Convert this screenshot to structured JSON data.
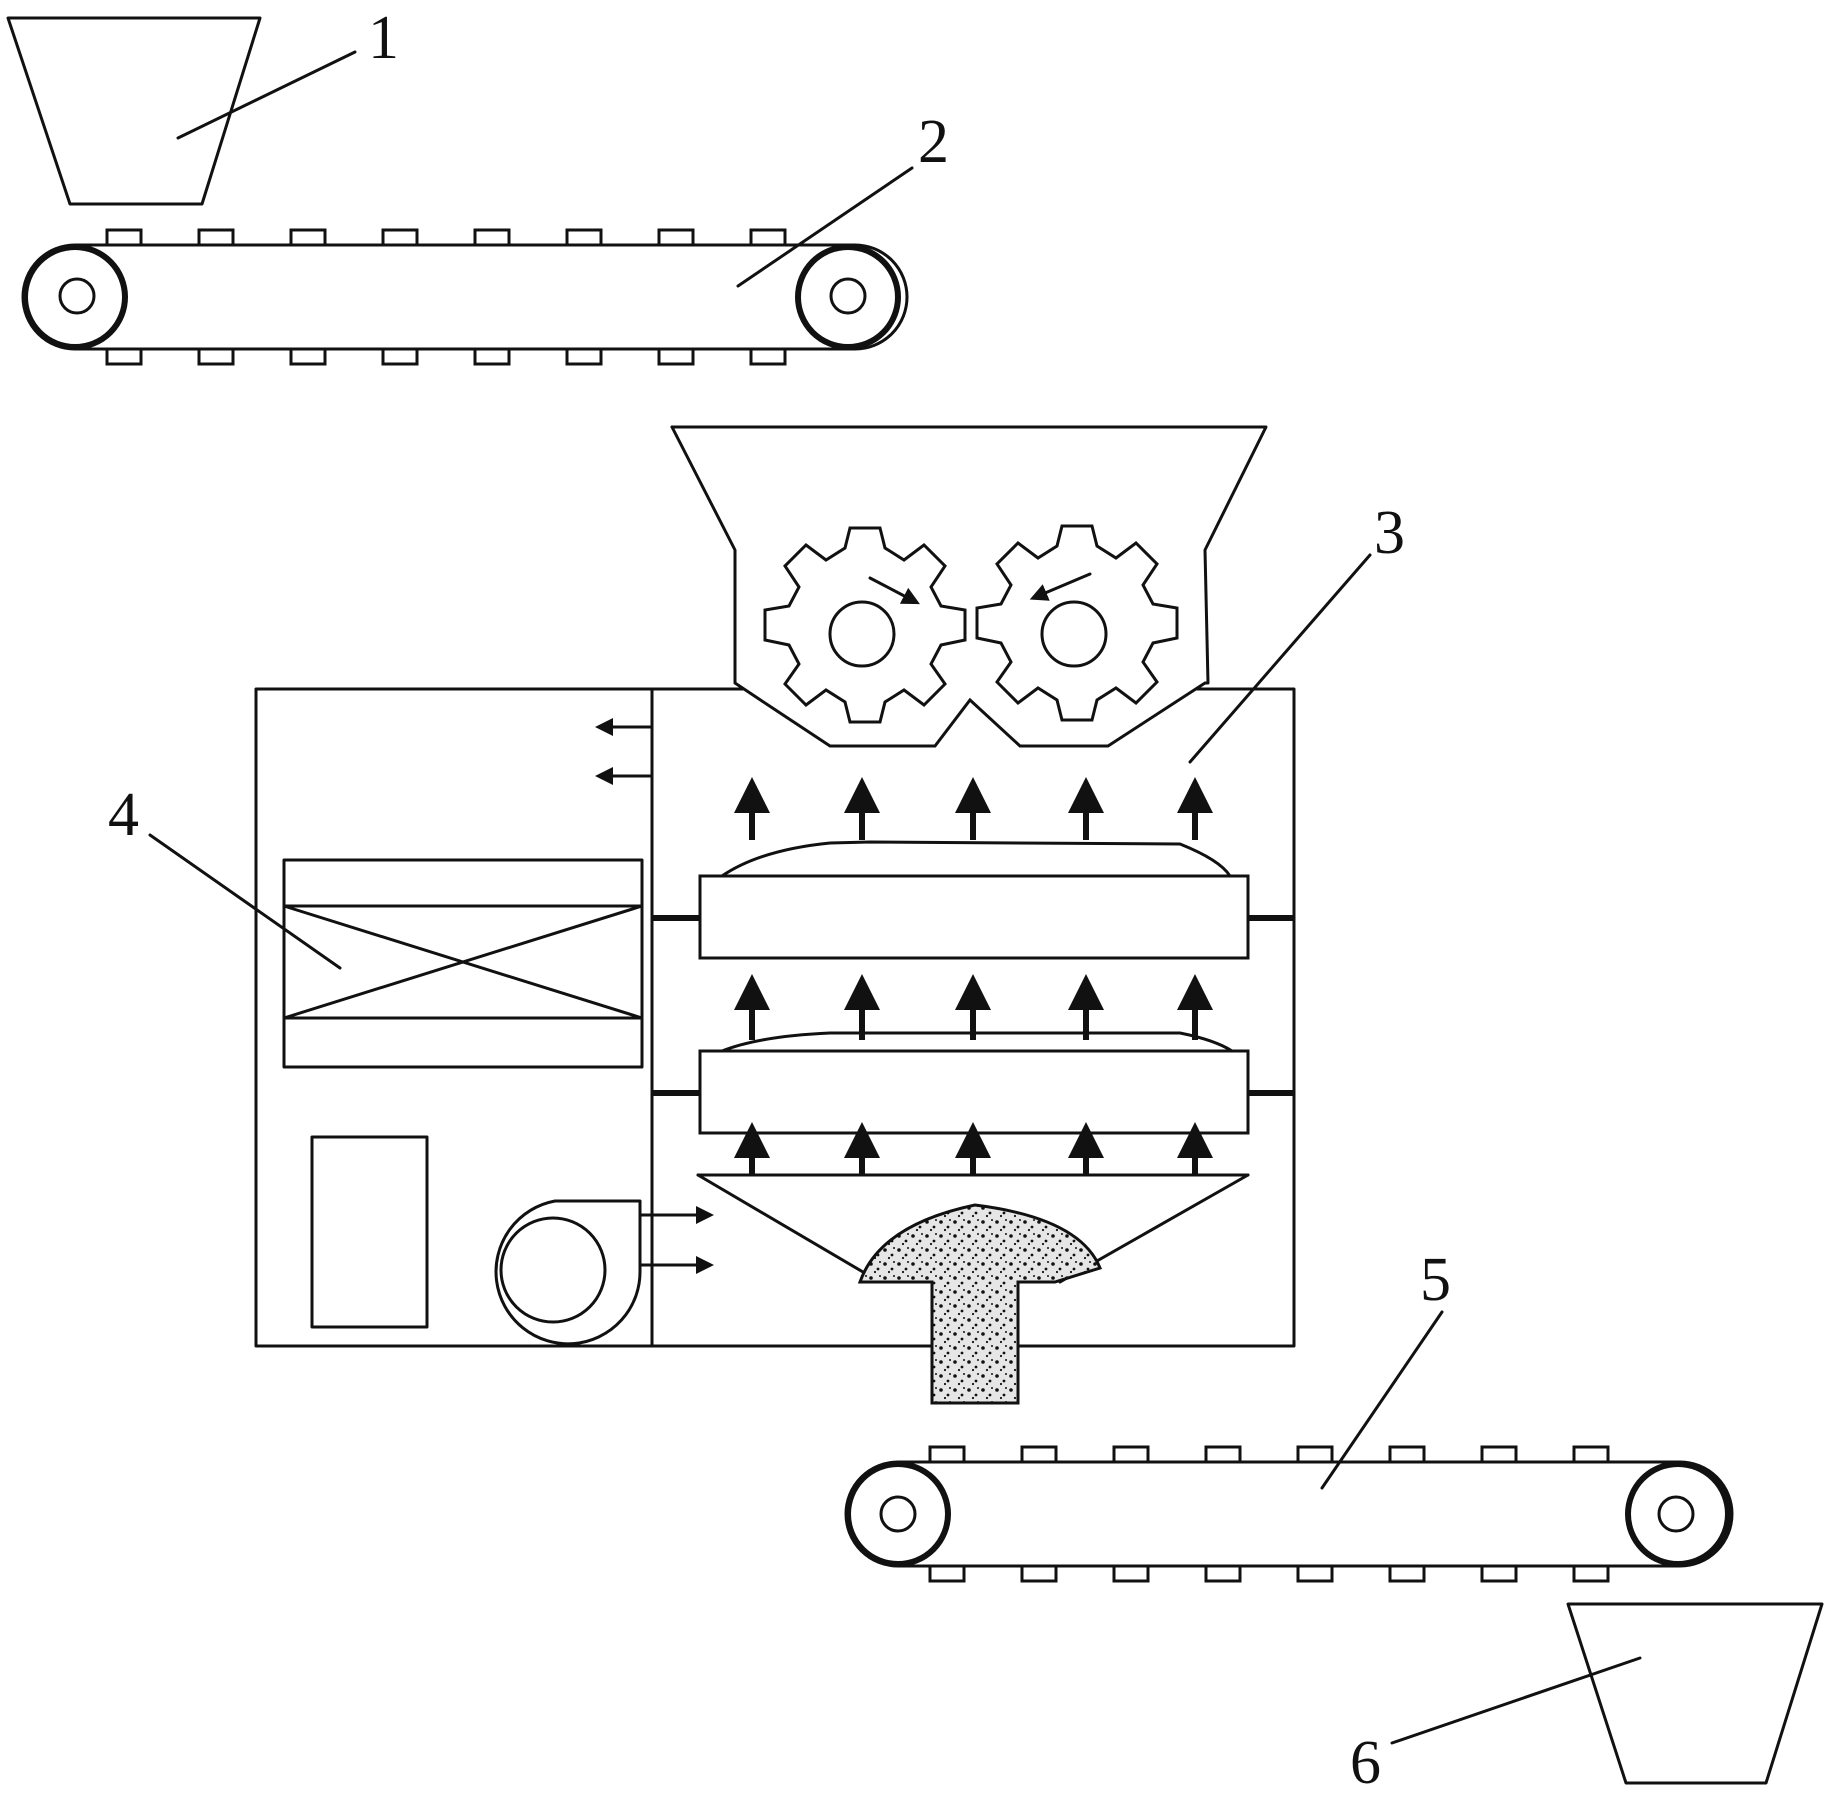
{
  "labels": {
    "hopper_top": "1",
    "feed_conveyor": "2",
    "crusher_dryer": "3",
    "air_heater": "4",
    "discharge_conveyor": "5",
    "receiving_hopper": "6"
  },
  "colors": {
    "line": "#111111",
    "background": "#ffffff",
    "material": "#d9d9d9"
  }
}
